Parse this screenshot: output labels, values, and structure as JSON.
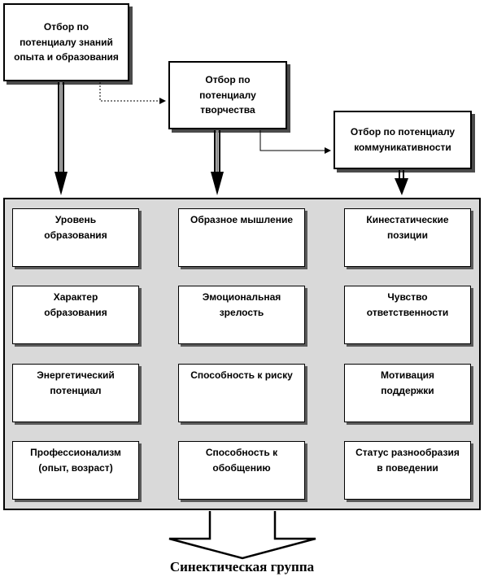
{
  "top_boxes": [
    {
      "line1": "Отбор по",
      "line2": "потенциалу знаний",
      "line3": "опыта и образования"
    },
    {
      "line1": "Отбор по",
      "line2": "потенциалу",
      "line3": "творчества"
    },
    {
      "line1": "Отбор по потенциалу",
      "line2": "коммуникативности"
    }
  ],
  "factors": {
    "col1": [
      {
        "line1": "Уровень",
        "line2": "образования"
      },
      {
        "line1": "Характер",
        "line2": "образования"
      },
      {
        "line1": "Энергетический",
        "line2": "потенциал"
      },
      {
        "line1": "Профессионализм",
        "line2": "(опыт, возраст)"
      }
    ],
    "col2": [
      {
        "line1": "Образное мышление",
        "line2": ""
      },
      {
        "line1": "Эмоциональная",
        "line2": "зрелость"
      },
      {
        "line1": "Способность к риску",
        "line2": ""
      },
      {
        "line1": "Способность к",
        "line2": "обобщению"
      }
    ],
    "col3": [
      {
        "line1": "Кинестатические",
        "line2": "позиции"
      },
      {
        "line1": "Чувство",
        "line2": "ответственности"
      },
      {
        "line1": "Мотивация",
        "line2": "поддержки"
      },
      {
        "line1": "Статус разнообразия",
        "line2": "в поведении"
      }
    ]
  },
  "result": {
    "label": "Синектическая группа"
  }
}
